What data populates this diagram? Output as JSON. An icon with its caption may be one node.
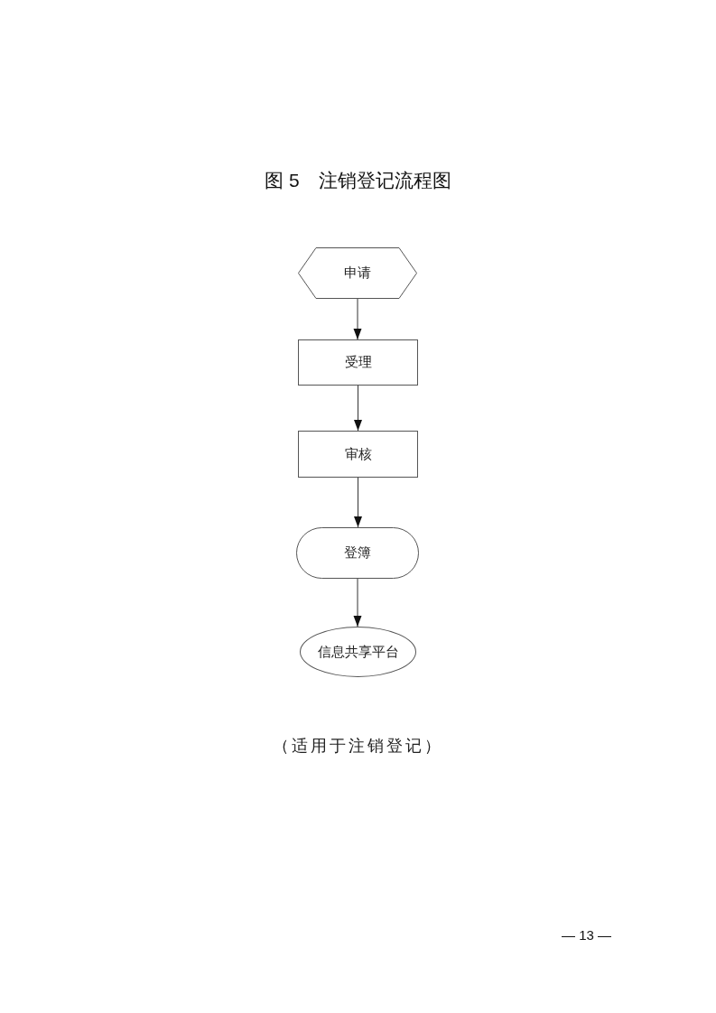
{
  "diagram": {
    "title": "图 5　注销登记流程图",
    "nodes": [
      {
        "text": [
          "申请"
        ]
      },
      {
        "text": [
          "受理"
        ]
      },
      {
        "text": [
          "审核"
        ]
      },
      {
        "text": [
          "登簿"
        ]
      },
      {
        "text": [
          "信息共享平台"
        ]
      }
    ],
    "edges": [
      {
        "from": 0,
        "to": 1,
        "arrow": "to"
      },
      {
        "from": 1,
        "to": 2,
        "arrow": "to"
      },
      {
        "from": 2,
        "to": 3,
        "arrow": "to"
      },
      {
        "from": 3,
        "to": 4,
        "arrow": "to"
      }
    ],
    "caption": "（适用于注销登记）",
    "labels": [
      "— 13 —"
    ]
  }
}
